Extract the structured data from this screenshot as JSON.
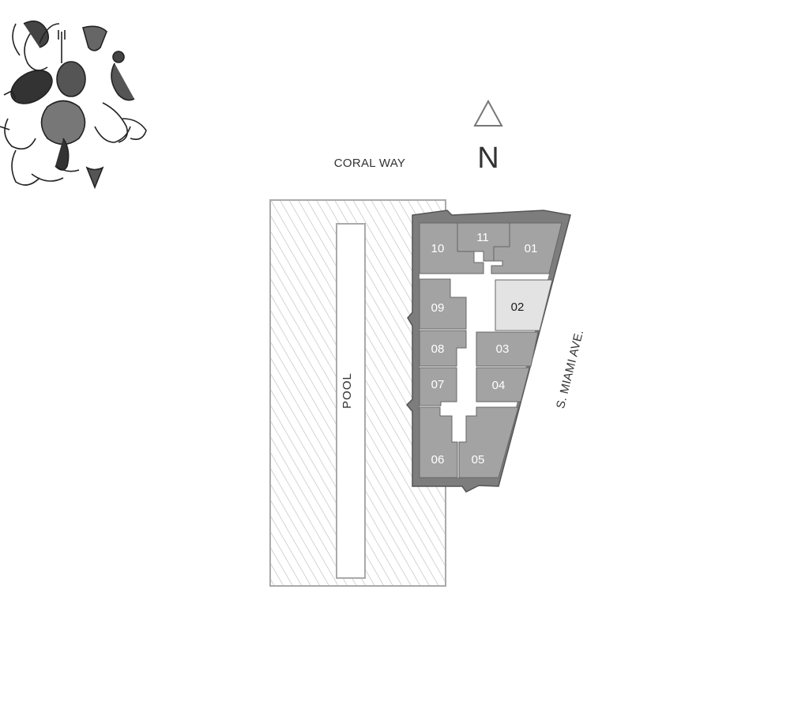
{
  "streets": {
    "north": "CORAL WAY",
    "east": "S. MIAMI AVE."
  },
  "compass": {
    "letter": "N"
  },
  "pool": {
    "label": "POOL"
  },
  "units": {
    "u01": {
      "label": "01",
      "selected": false
    },
    "u02": {
      "label": "02",
      "selected": true
    },
    "u03": {
      "label": "03",
      "selected": false
    },
    "u04": {
      "label": "04",
      "selected": false
    },
    "u05": {
      "label": "05",
      "selected": false
    },
    "u06": {
      "label": "06",
      "selected": false
    },
    "u07": {
      "label": "07",
      "selected": false
    },
    "u08": {
      "label": "08",
      "selected": false
    },
    "u09": {
      "label": "09",
      "selected": false
    },
    "u10": {
      "label": "10",
      "selected": false
    },
    "u11": {
      "label": "11",
      "selected": false
    }
  },
  "colors": {
    "building_outline": "#7d7d7d",
    "unit_fill": "#a3a3a3",
    "unit_selected_fill": "#e3e3e3",
    "pool_deck_lines": "#b8b8b8",
    "text": "#333333"
  }
}
